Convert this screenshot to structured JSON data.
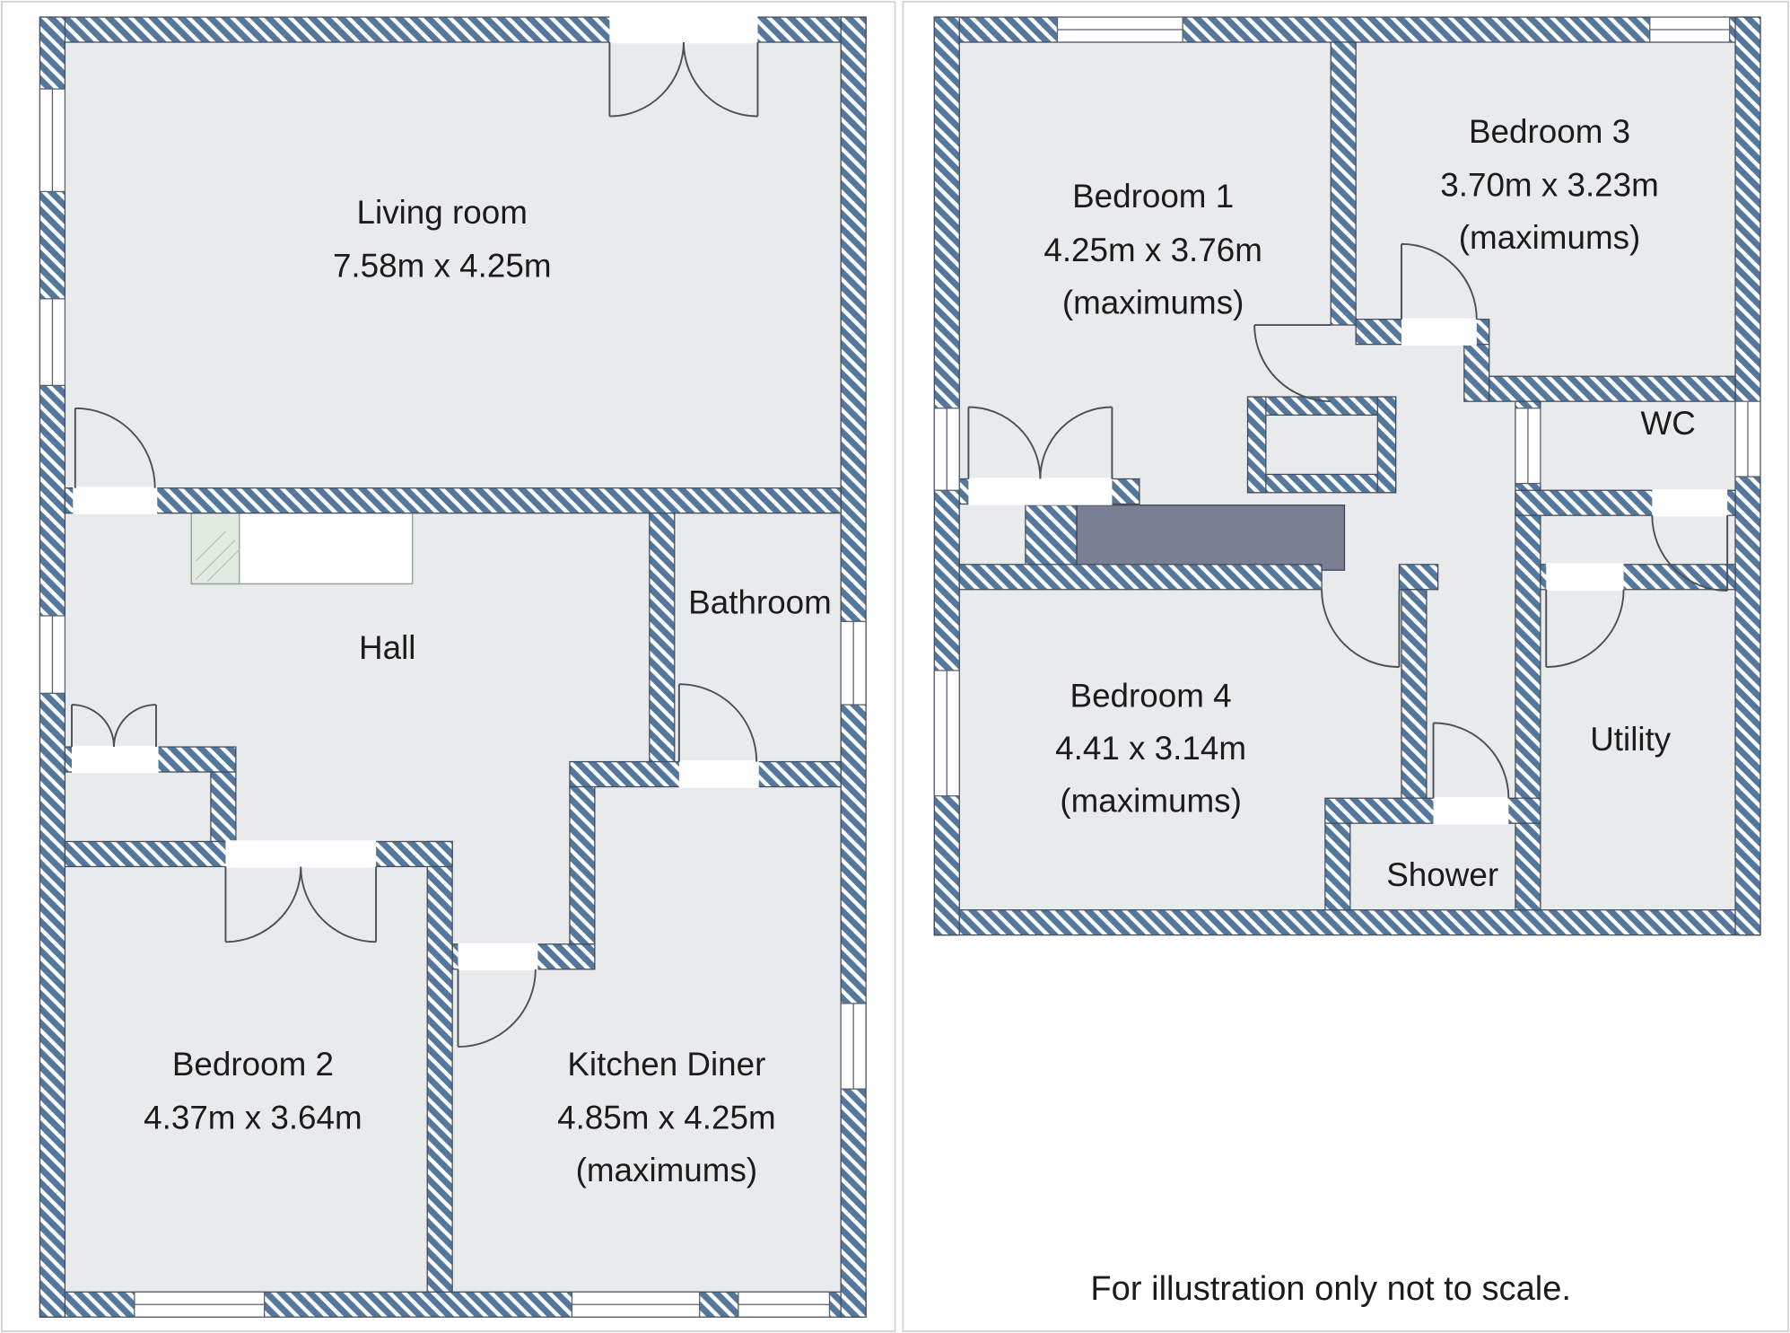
{
  "colors": {
    "wall": "#54779e",
    "room_fill": "#e8eaec",
    "stairwell": "#7b7f93"
  },
  "ground_floor": {
    "living_room": {
      "name": "Living room",
      "dims": "7.58m x 4.25m"
    },
    "hall": {
      "name": "Hall"
    },
    "bathroom": {
      "name": "Bathroom"
    },
    "bedroom_2": {
      "name": "Bedroom 2",
      "dims": "4.37m x 3.64m"
    },
    "kitchen_diner": {
      "name": "Kitchen Diner",
      "dims": "4.85m x 4.25m",
      "note": "(maximums)"
    }
  },
  "first_floor": {
    "bedroom_1": {
      "name": "Bedroom 1",
      "dims": "4.25m x 3.76m",
      "note": "(maximums)"
    },
    "bedroom_3": {
      "name": "Bedroom 3",
      "dims": "3.70m x 3.23m",
      "note": "(maximums)"
    },
    "wc": {
      "name": "WC"
    },
    "bedroom_4": {
      "name": "Bedroom 4",
      "dims": "4.41 x 3.14m",
      "note": "(maximums)"
    },
    "utility": {
      "name": "Utility"
    },
    "shower": {
      "name": "Shower"
    }
  },
  "footer": {
    "note": "For illustration only not to scale."
  }
}
